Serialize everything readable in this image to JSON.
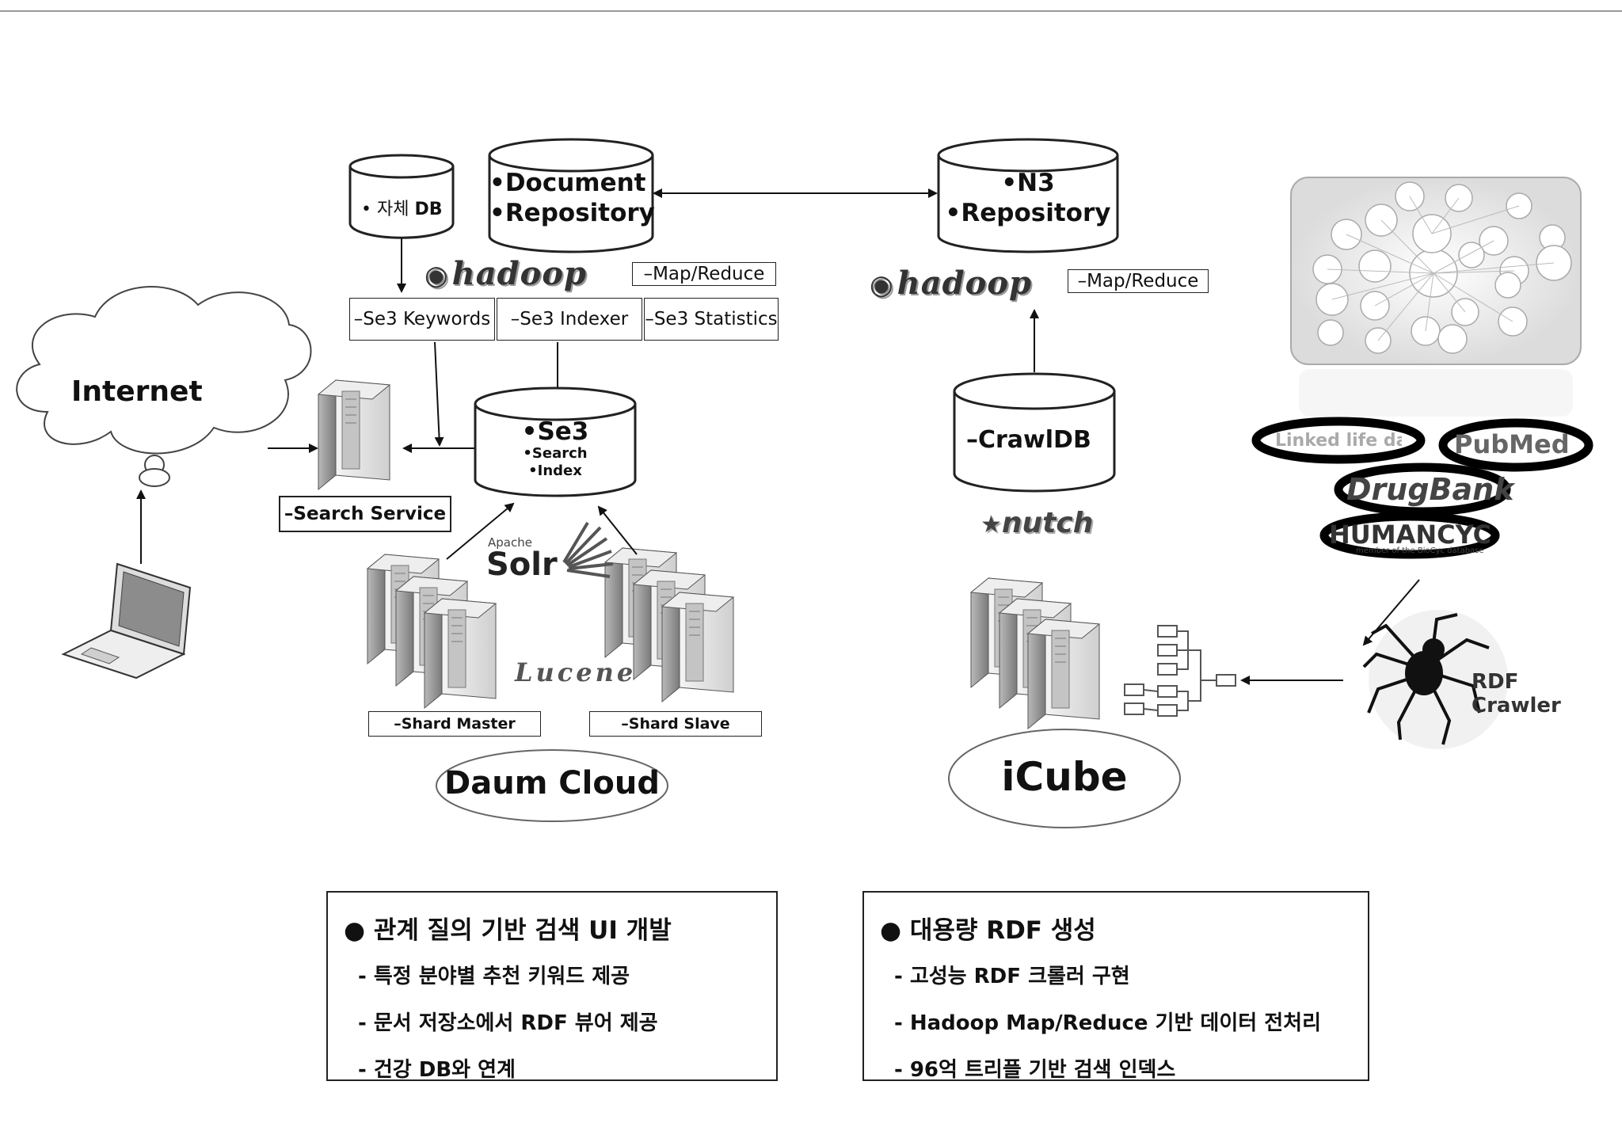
{
  "internet": {
    "label": "Internet"
  },
  "search_service": {
    "label": "–Search Service"
  },
  "own_db": {
    "bullet": "•",
    "label": "자체",
    "db": "DB"
  },
  "doc_repo": {
    "line1": "•Document",
    "line2": "•Repository"
  },
  "hadoop_left": {
    "logo": "hadoop",
    "tag": "–Map/Reduce"
  },
  "se3_modules": [
    "–Se3 Keywords",
    "–Se3 Indexer",
    "–Se3 Statistics"
  ],
  "se3": {
    "line1": "•Se3",
    "line2": "•Search",
    "line3": "•Index"
  },
  "solr": {
    "small": "Apache",
    "big": "Solr"
  },
  "lucene": {
    "logo": "Lucene"
  },
  "shard_master": {
    "label": "–Shard Master"
  },
  "shard_slave": {
    "label": "–Shard Slave"
  },
  "daum_cloud": {
    "label": "Daum Cloud"
  },
  "n3_repo": {
    "line1": "•N3",
    "line2": "•Repository"
  },
  "hadoop_right": {
    "logo": "hadoop",
    "tag": "–Map/Reduce"
  },
  "crawldb": {
    "label": "–CrawlDB"
  },
  "nutch": {
    "logo": "nutch"
  },
  "icube": {
    "label": "iCube"
  },
  "lod_logos": [
    "Linked life data",
    "PubMed",
    "DrugBank",
    "HUMANCYC"
  ],
  "humancyc_caption": "member of the BioCyc database",
  "rdf_crawler": {
    "line1": "RDF",
    "line2": "Crawler"
  },
  "info_left": {
    "heading": "● 관계 질의 기반 검색 UI 개발",
    "items": [
      "- 특정 분야별 추천 키워드 제공",
      "- 문서 저장소에서 RDF 뷰어 제공",
      "- 건강 DB와 연계"
    ]
  },
  "info_right": {
    "heading": "● 대용량 RDF 생성",
    "items": [
      "- 고성능 RDF 크롤러 구현",
      "- Hadoop Map/Reduce 기반 데이터 전처리",
      "- 96억 트리플 기반 검색 인덱스"
    ]
  },
  "colors": {
    "line": "#111111",
    "server_light": "#e6e6e6",
    "server_dark": "#8a8a8a",
    "cloud_fill": "#ffffff"
  }
}
